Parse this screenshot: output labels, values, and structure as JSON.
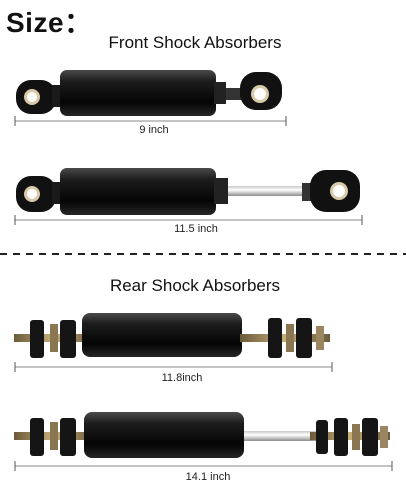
{
  "title": "Size：",
  "front": {
    "heading": "Front Shock Absorbers",
    "items": [
      {
        "length_label": "9 inch"
      },
      {
        "length_label": "11.5 inch"
      }
    ]
  },
  "rear": {
    "heading": "Rear Shock Absorbers",
    "items": [
      {
        "length_label": "11.8inch"
      },
      {
        "length_label": "14.1 inch"
      }
    ]
  }
}
